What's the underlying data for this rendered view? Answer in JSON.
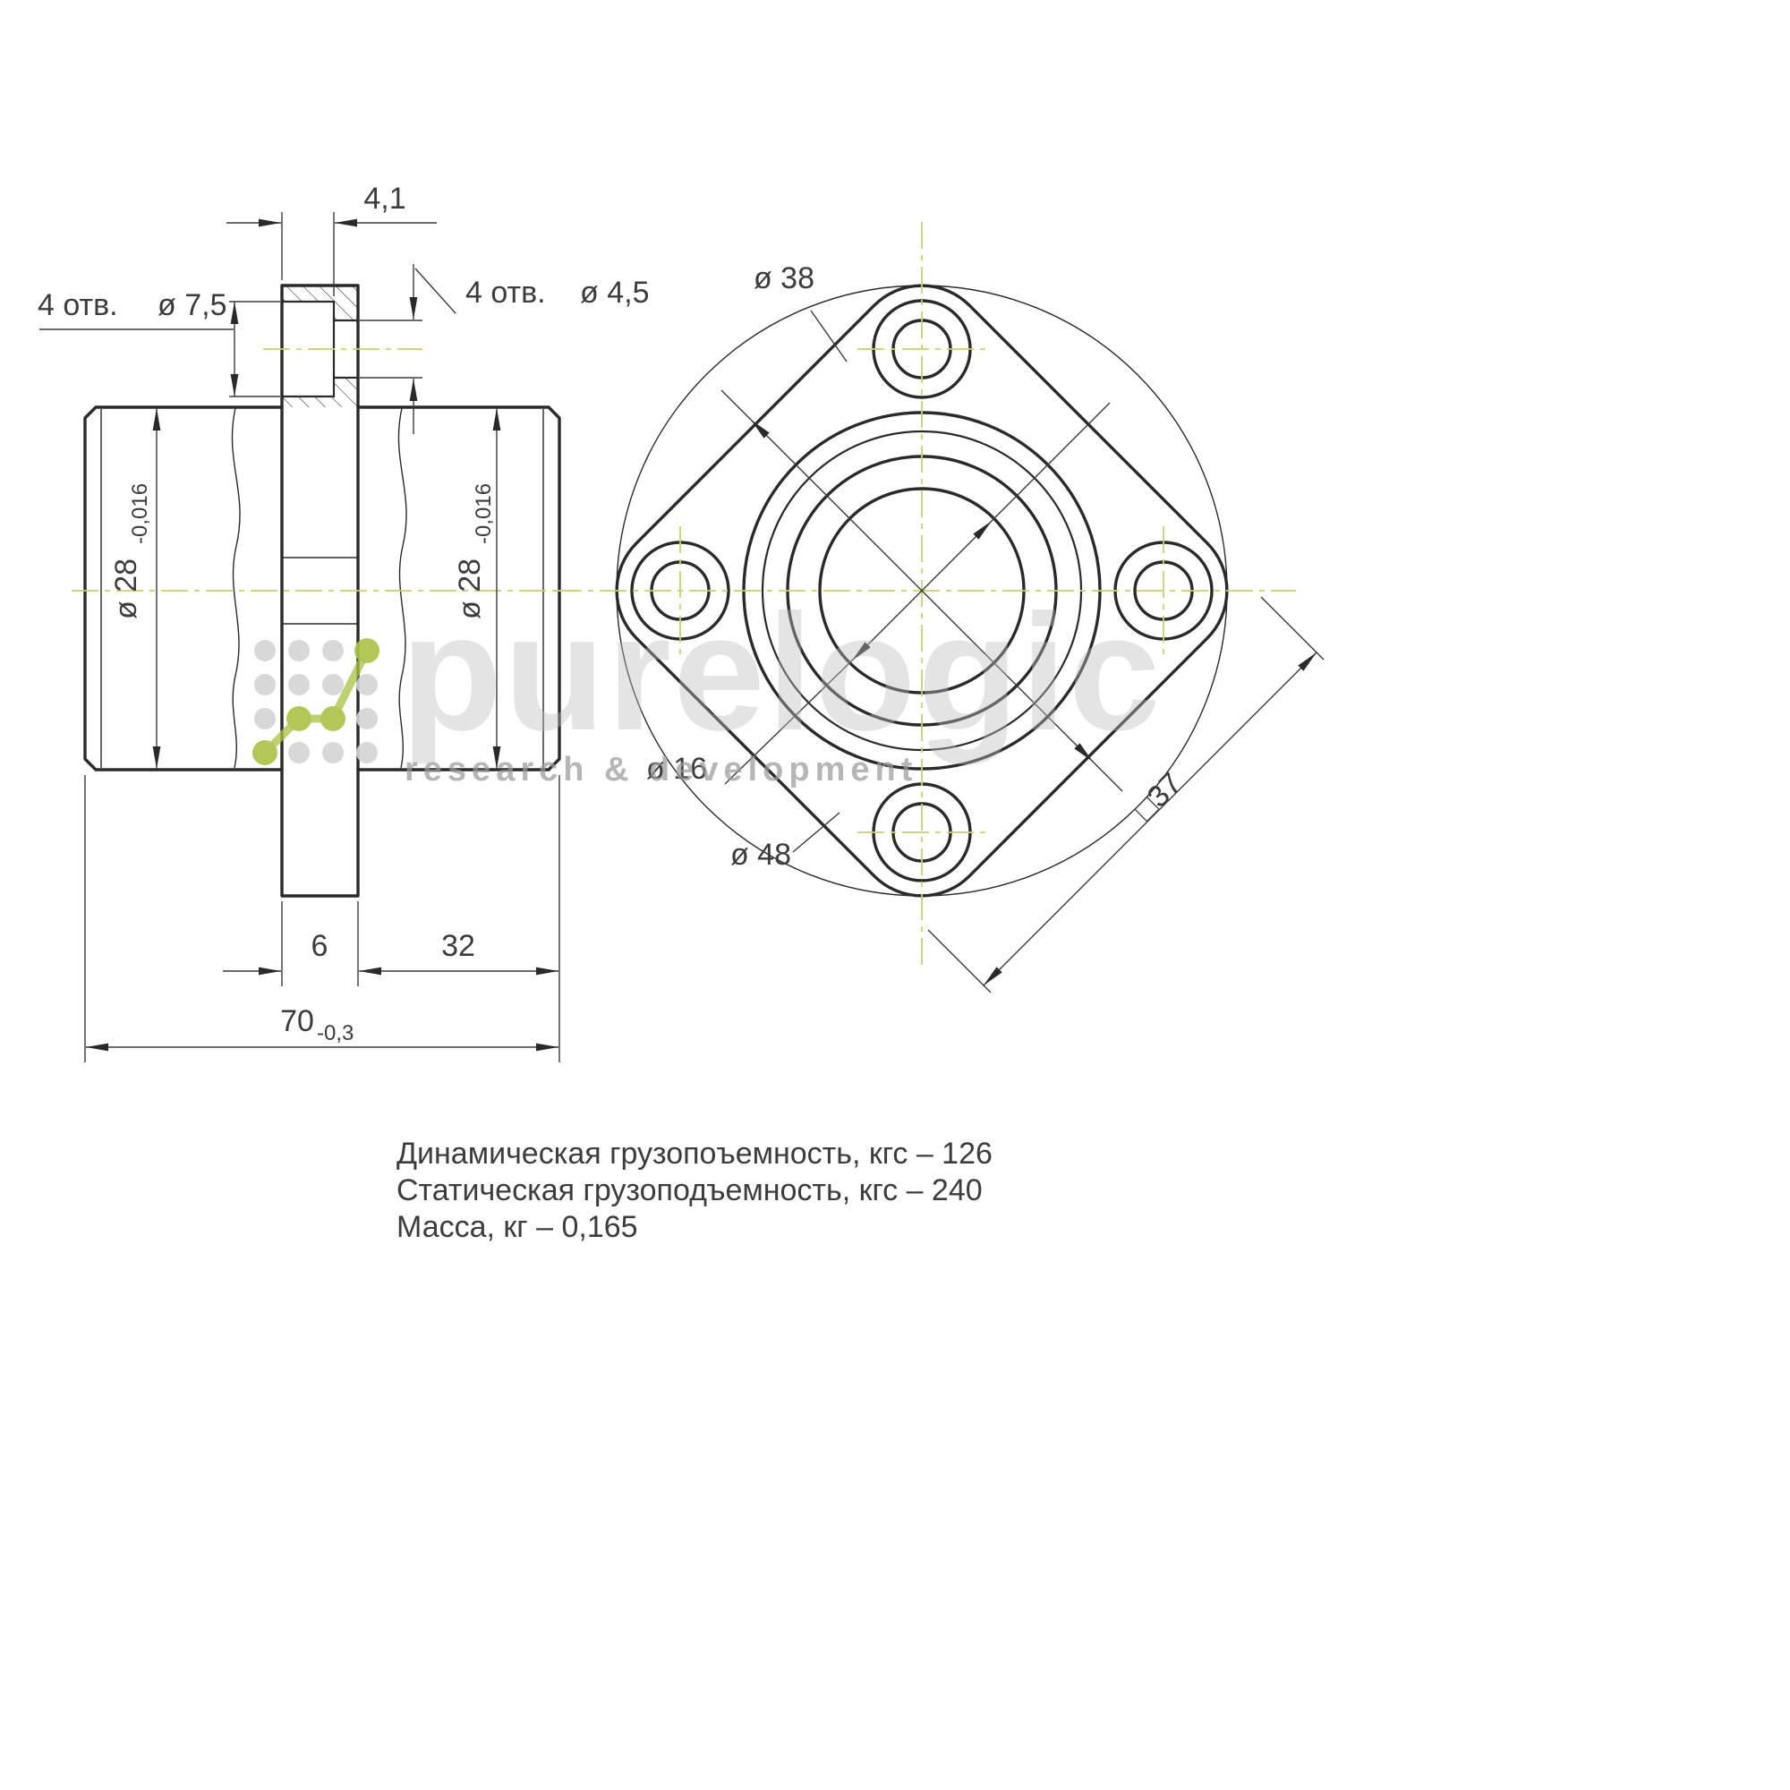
{
  "drawing": {
    "side_view": {
      "dim_counterbore_depth": "4,1",
      "cb_holes_count": "4 отв.",
      "cb_holes_dia": "ø 7,5",
      "th_holes_count": "4 отв.",
      "th_holes_dia": "ø 4,5",
      "dia28_left": "ø 28",
      "dia28_left_tol": "-0,016",
      "dia28_right": "ø 28",
      "dia28_right_tol": "-0,016",
      "dim_flange_width": "6",
      "dim_right_length": "32",
      "dim_overall_length": "70",
      "dim_overall_length_tol": "-0,3"
    },
    "front_view": {
      "bolt_circle_dia": "ø 38",
      "bore_dia": "ø 16",
      "corner_circle_dia": "ø 48",
      "square_size": "□37"
    },
    "specs": {
      "line1": "Динамическая грузопоъемность, кгс – 126",
      "line2": "Статическая грузоподъемность, кгс – 240",
      "line3": "Масса, кг – 0,165"
    },
    "watermark": {
      "brand": "purelogic",
      "tagline": "research & development"
    },
    "colors": {
      "line": "#2a2a2a",
      "centerline": "#c8d173",
      "watermark_gray": "#d4d4d4",
      "watermark_green": "#a9c346"
    }
  }
}
